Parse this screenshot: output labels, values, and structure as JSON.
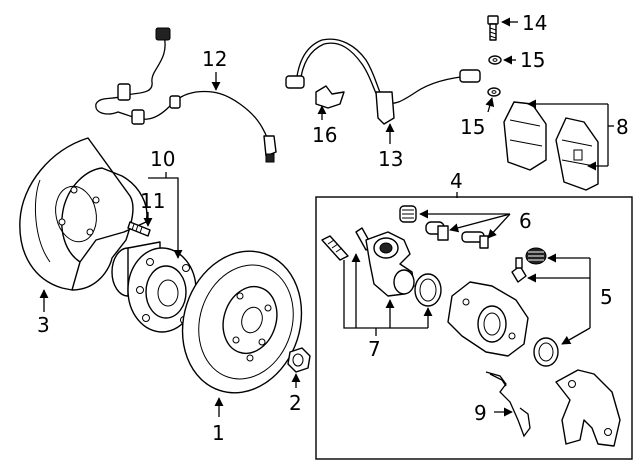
{
  "callouts": {
    "c1": "1",
    "c2": "2",
    "c3": "3",
    "c4": "4",
    "c5": "5",
    "c6": "6",
    "c7": "7",
    "c8": "8",
    "c9": "9",
    "c10": "10",
    "c11": "11",
    "c12": "12",
    "c13": "13",
    "c14": "14",
    "c15a": "15",
    "c15b": "15",
    "c16": "16"
  }
}
